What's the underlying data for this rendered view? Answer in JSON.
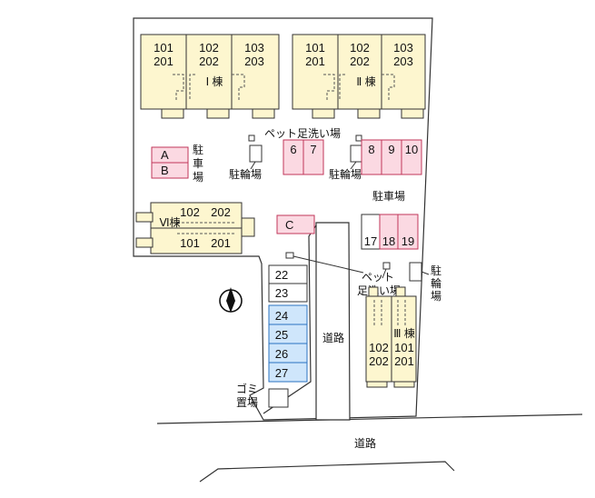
{
  "buildings": {
    "b1": {
      "label": "Ⅰ 棟",
      "col1": [
        "101",
        "201"
      ],
      "col2": [
        "102",
        "202"
      ],
      "col3": [
        "103",
        "203"
      ]
    },
    "b2": {
      "label": "Ⅱ 棟",
      "col1": [
        "101",
        "201"
      ],
      "col2": [
        "102",
        "202"
      ],
      "col3": [
        "103",
        "203"
      ]
    },
    "b3": {
      "label": "Ⅲ 棟",
      "col1": [
        "102",
        "202"
      ],
      "col2": [
        "101",
        "201"
      ]
    },
    "b6": {
      "label": "Ⅵ棟",
      "top": [
        "102",
        "202"
      ],
      "bottom": [
        "101",
        "201"
      ]
    }
  },
  "parking": {
    "lot_a": "A",
    "lot_b": "B",
    "lot_c": "C",
    "spots_top_left": [
      "6",
      "7"
    ],
    "spots_top_right": [
      "8",
      "9",
      "10"
    ],
    "spots_right": [
      "17",
      "18",
      "19"
    ],
    "spots_white": [
      "22",
      "23"
    ],
    "spots_blue": [
      "24",
      "25",
      "26",
      "27"
    ]
  },
  "labels": {
    "parking_vertical": [
      "駐",
      "車",
      "場"
    ],
    "parking_main": "駐車場",
    "bike_parking_1": "駐輪場",
    "bike_parking_2": "駐輪場",
    "bike_parking_vertical": [
      "駐",
      "輪",
      "場"
    ],
    "pet_wash_top": "ペット足洗い場",
    "pet_wash_mid_1": "ペット",
    "pet_wash_mid_2": "足洗い場",
    "garbage_1": "ゴミ",
    "garbage_2": "置場",
    "road_inner": "道路",
    "road_outer": "道路",
    "north": "N"
  },
  "colors": {
    "building_fill": "#fdf6cf",
    "parking_pink": "#fbd9e2",
    "parking_border": "#c0365a",
    "parking_blue": "#cfe6fb",
    "outline": "#333333"
  }
}
